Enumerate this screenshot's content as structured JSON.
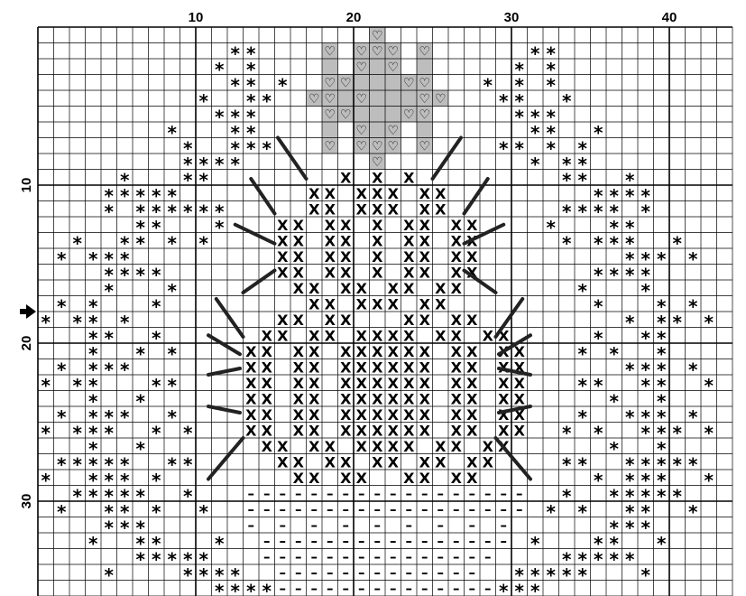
{
  "title": "",
  "grid": {
    "columns": 44,
    "rows": 36,
    "major_every": 10,
    "highlight_fill": "#bdbdbd",
    "line_color": "#000000"
  },
  "top_numbers": [
    {
      "col": 10,
      "label": "10"
    },
    {
      "col": 20,
      "label": "20"
    },
    {
      "col": 30,
      "label": "30"
    },
    {
      "col": 40,
      "label": "40"
    }
  ],
  "side_numbers": [
    {
      "row": 10,
      "label": "10"
    },
    {
      "row": 20,
      "label": "20"
    },
    {
      "row": 30,
      "label": "30"
    }
  ],
  "marker": {
    "row": 18,
    "name": "center-row-arrow"
  },
  "symbols": {
    "star": "*",
    "cross": "X",
    "dash": "–",
    "heart": "♡"
  },
  "stars": [
    [
      1,
      12
    ],
    [
      1,
      13
    ],
    [
      1,
      31
    ],
    [
      1,
      32
    ],
    [
      2,
      11
    ],
    [
      2,
      13
    ],
    [
      2,
      30
    ],
    [
      2,
      32
    ],
    [
      3,
      12
    ],
    [
      3,
      13
    ],
    [
      3,
      15
    ],
    [
      3,
      28
    ],
    [
      3,
      30
    ],
    [
      3,
      32
    ],
    [
      4,
      10
    ],
    [
      4,
      13
    ],
    [
      4,
      14
    ],
    [
      4,
      29
    ],
    [
      4,
      30
    ],
    [
      4,
      33
    ],
    [
      5,
      11
    ],
    [
      5,
      12
    ],
    [
      5,
      13
    ],
    [
      5,
      30
    ],
    [
      5,
      31
    ],
    [
      5,
      32
    ],
    [
      6,
      8
    ],
    [
      6,
      12
    ],
    [
      6,
      13
    ],
    [
      6,
      31
    ],
    [
      6,
      32
    ],
    [
      6,
      35
    ],
    [
      7,
      9
    ],
    [
      7,
      12
    ],
    [
      7,
      13
    ],
    [
      7,
      14
    ],
    [
      7,
      29
    ],
    [
      7,
      30
    ],
    [
      7,
      32
    ],
    [
      7,
      34
    ],
    [
      8,
      9
    ],
    [
      8,
      10
    ],
    [
      8,
      11
    ],
    [
      8,
      12
    ],
    [
      8,
      31
    ],
    [
      8,
      33
    ],
    [
      8,
      34
    ],
    [
      9,
      5
    ],
    [
      9,
      9
    ],
    [
      9,
      10
    ],
    [
      9,
      33
    ],
    [
      9,
      34
    ],
    [
      9,
      37
    ],
    [
      10,
      4
    ],
    [
      10,
      5
    ],
    [
      10,
      6
    ],
    [
      10,
      7
    ],
    [
      10,
      8
    ],
    [
      10,
      35
    ],
    [
      10,
      36
    ],
    [
      10,
      37
    ],
    [
      10,
      38
    ],
    [
      11,
      4
    ],
    [
      11,
      6
    ],
    [
      11,
      7
    ],
    [
      11,
      8
    ],
    [
      11,
      9
    ],
    [
      11,
      10
    ],
    [
      11,
      11
    ],
    [
      11,
      33
    ],
    [
      11,
      34
    ],
    [
      11,
      35
    ],
    [
      11,
      36
    ],
    [
      11,
      38
    ],
    [
      12,
      6
    ],
    [
      12,
      7
    ],
    [
      12,
      11
    ],
    [
      12,
      32
    ],
    [
      12,
      36
    ],
    [
      12,
      37
    ],
    [
      13,
      2
    ],
    [
      13,
      5
    ],
    [
      13,
      6
    ],
    [
      13,
      8
    ],
    [
      13,
      10
    ],
    [
      13,
      33
    ],
    [
      13,
      35
    ],
    [
      13,
      36
    ],
    [
      13,
      37
    ],
    [
      13,
      40
    ],
    [
      14,
      1
    ],
    [
      14,
      3
    ],
    [
      14,
      4
    ],
    [
      14,
      5
    ],
    [
      14,
      37
    ],
    [
      14,
      38
    ],
    [
      14,
      39
    ],
    [
      14,
      41
    ],
    [
      15,
      4
    ],
    [
      15,
      5
    ],
    [
      15,
      6
    ],
    [
      15,
      7
    ],
    [
      15,
      35
    ],
    [
      15,
      36
    ],
    [
      15,
      37
    ],
    [
      15,
      38
    ],
    [
      16,
      4
    ],
    [
      16,
      8
    ],
    [
      16,
      34
    ],
    [
      16,
      38
    ],
    [
      17,
      1
    ],
    [
      17,
      3
    ],
    [
      17,
      7
    ],
    [
      17,
      35
    ],
    [
      17,
      39
    ],
    [
      17,
      41
    ],
    [
      18,
      0
    ],
    [
      18,
      2
    ],
    [
      18,
      3
    ],
    [
      18,
      5
    ],
    [
      18,
      37
    ],
    [
      18,
      39
    ],
    [
      18,
      40
    ],
    [
      18,
      42
    ],
    [
      19,
      3
    ],
    [
      19,
      4
    ],
    [
      19,
      7
    ],
    [
      19,
      35
    ],
    [
      19,
      38
    ],
    [
      19,
      39
    ],
    [
      20,
      3
    ],
    [
      20,
      6
    ],
    [
      20,
      8
    ],
    [
      20,
      34
    ],
    [
      20,
      36
    ],
    [
      20,
      39
    ],
    [
      21,
      1
    ],
    [
      21,
      3
    ],
    [
      21,
      4
    ],
    [
      21,
      5
    ],
    [
      21,
      37
    ],
    [
      21,
      38
    ],
    [
      21,
      39
    ],
    [
      21,
      41
    ],
    [
      22,
      0
    ],
    [
      22,
      2
    ],
    [
      22,
      3
    ],
    [
      22,
      7
    ],
    [
      22,
      8
    ],
    [
      22,
      34
    ],
    [
      22,
      35
    ],
    [
      22,
      38
    ],
    [
      22,
      39
    ],
    [
      22,
      42
    ],
    [
      23,
      3
    ],
    [
      23,
      6
    ],
    [
      23,
      36
    ],
    [
      23,
      39
    ],
    [
      24,
      1
    ],
    [
      24,
      3
    ],
    [
      24,
      4
    ],
    [
      24,
      5
    ],
    [
      24,
      8
    ],
    [
      24,
      34
    ],
    [
      24,
      37
    ],
    [
      24,
      38
    ],
    [
      24,
      39
    ],
    [
      24,
      41
    ],
    [
      25,
      0
    ],
    [
      25,
      2
    ],
    [
      25,
      3
    ],
    [
      25,
      4
    ],
    [
      25,
      7
    ],
    [
      25,
      9
    ],
    [
      25,
      33
    ],
    [
      25,
      35
    ],
    [
      25,
      38
    ],
    [
      25,
      39
    ],
    [
      25,
      40
    ],
    [
      25,
      42
    ],
    [
      26,
      3
    ],
    [
      26,
      6
    ],
    [
      26,
      36
    ],
    [
      26,
      39
    ],
    [
      27,
      1
    ],
    [
      27,
      2
    ],
    [
      27,
      3
    ],
    [
      27,
      4
    ],
    [
      27,
      5
    ],
    [
      27,
      8
    ],
    [
      27,
      9
    ],
    [
      27,
      33
    ],
    [
      27,
      34
    ],
    [
      27,
      37
    ],
    [
      27,
      38
    ],
    [
      27,
      39
    ],
    [
      27,
      40
    ],
    [
      27,
      41
    ],
    [
      28,
      0
    ],
    [
      28,
      3
    ],
    [
      28,
      4
    ],
    [
      28,
      5
    ],
    [
      28,
      7
    ],
    [
      28,
      35
    ],
    [
      28,
      37
    ],
    [
      28,
      38
    ],
    [
      28,
      39
    ],
    [
      28,
      42
    ],
    [
      29,
      2
    ],
    [
      29,
      3
    ],
    [
      29,
      4
    ],
    [
      29,
      5
    ],
    [
      29,
      6
    ],
    [
      29,
      9
    ],
    [
      29,
      33
    ],
    [
      29,
      36
    ],
    [
      29,
      37
    ],
    [
      29,
      38
    ],
    [
      29,
      39
    ],
    [
      29,
      40
    ],
    [
      30,
      1
    ],
    [
      30,
      4
    ],
    [
      30,
      5
    ],
    [
      30,
      7
    ],
    [
      30,
      10
    ],
    [
      30,
      32
    ],
    [
      30,
      34
    ],
    [
      30,
      37
    ],
    [
      30,
      38
    ],
    [
      30,
      41
    ],
    [
      31,
      4
    ],
    [
      31,
      5
    ],
    [
      31,
      6
    ],
    [
      31,
      36
    ],
    [
      31,
      37
    ],
    [
      31,
      38
    ],
    [
      32,
      3
    ],
    [
      32,
      6
    ],
    [
      32,
      7
    ],
    [
      32,
      11
    ],
    [
      32,
      31
    ],
    [
      32,
      35
    ],
    [
      32,
      36
    ],
    [
      32,
      39
    ],
    [
      33,
      6
    ],
    [
      33,
      7
    ],
    [
      33,
      8
    ],
    [
      33,
      9
    ],
    [
      33,
      10
    ],
    [
      33,
      33
    ],
    [
      33,
      34
    ],
    [
      33,
      35
    ],
    [
      33,
      36
    ],
    [
      33,
      37
    ],
    [
      34,
      4
    ],
    [
      34,
      9
    ],
    [
      34,
      10
    ],
    [
      34,
      11
    ],
    [
      34,
      12
    ],
    [
      34,
      30
    ],
    [
      34,
      31
    ],
    [
      34,
      32
    ],
    [
      34,
      33
    ],
    [
      34,
      34
    ],
    [
      34,
      38
    ],
    [
      35,
      11
    ],
    [
      35,
      12
    ],
    [
      35,
      13
    ],
    [
      35,
      14
    ],
    [
      35,
      29
    ],
    [
      35,
      30
    ],
    [
      35,
      31
    ]
  ],
  "hearts": [
    [
      0,
      21
    ],
    [
      1,
      18
    ],
    [
      1,
      20
    ],
    [
      1,
      21
    ],
    [
      1,
      22
    ],
    [
      1,
      24
    ],
    [
      2,
      20
    ],
    [
      2,
      22
    ],
    [
      3,
      18
    ],
    [
      3,
      19
    ],
    [
      3,
      23
    ],
    [
      3,
      24
    ],
    [
      4,
      17
    ],
    [
      4,
      18
    ],
    [
      4,
      20
    ],
    [
      4,
      24
    ],
    [
      4,
      25
    ],
    [
      5,
      18
    ],
    [
      5,
      19
    ],
    [
      5,
      23
    ],
    [
      5,
      24
    ],
    [
      6,
      20
    ],
    [
      6,
      22
    ],
    [
      7,
      18
    ],
    [
      7,
      20
    ],
    [
      7,
      21
    ],
    [
      7,
      22
    ],
    [
      7,
      24
    ],
    [
      8,
      21
    ]
  ],
  "highlight_cells": [
    [
      0,
      21
    ],
    [
      1,
      18
    ],
    [
      1,
      20
    ],
    [
      1,
      21
    ],
    [
      1,
      22
    ],
    [
      1,
      24
    ],
    [
      2,
      18
    ],
    [
      2,
      20
    ],
    [
      2,
      21
    ],
    [
      2,
      22
    ],
    [
      2,
      24
    ],
    [
      3,
      18
    ],
    [
      3,
      19
    ],
    [
      3,
      20
    ],
    [
      3,
      21
    ],
    [
      3,
      22
    ],
    [
      3,
      23
    ],
    [
      3,
      24
    ],
    [
      4,
      17
    ],
    [
      4,
      18
    ],
    [
      4,
      19
    ],
    [
      4,
      20
    ],
    [
      4,
      21
    ],
    [
      4,
      22
    ],
    [
      4,
      23
    ],
    [
      4,
      24
    ],
    [
      4,
      25
    ],
    [
      5,
      18
    ],
    [
      5,
      19
    ],
    [
      5,
      20
    ],
    [
      5,
      21
    ],
    [
      5,
      22
    ],
    [
      5,
      23
    ],
    [
      5,
      24
    ],
    [
      6,
      18
    ],
    [
      6,
      20
    ],
    [
      6,
      21
    ],
    [
      6,
      22
    ],
    [
      6,
      24
    ],
    [
      7,
      18
    ],
    [
      7,
      20
    ],
    [
      7,
      21
    ],
    [
      7,
      22
    ],
    [
      7,
      24
    ],
    [
      8,
      21
    ]
  ],
  "cross_rows": [
    {
      "row": 9,
      "cols": [
        19,
        21,
        23
      ]
    },
    {
      "row": 10,
      "cols": [
        17,
        18,
        20,
        21,
        22,
        24,
        25
      ]
    },
    {
      "row": 11,
      "cols": [
        17,
        18,
        20,
        21,
        22,
        24,
        25
      ]
    },
    {
      "row": 12,
      "cols": [
        15,
        16,
        18,
        19,
        21,
        23,
        24,
        26,
        27
      ]
    },
    {
      "row": 13,
      "cols": [
        15,
        16,
        18,
        19,
        21,
        23,
        24,
        26,
        27
      ]
    },
    {
      "row": 14,
      "cols": [
        15,
        16,
        18,
        19,
        21,
        23,
        24,
        26,
        27
      ]
    },
    {
      "row": 15,
      "cols": [
        15,
        16,
        18,
        19,
        21,
        23,
        24,
        26,
        27
      ]
    },
    {
      "row": 16,
      "cols": [
        16,
        17,
        19,
        20,
        22,
        23,
        25,
        26
      ]
    },
    {
      "row": 17,
      "cols": [
        17,
        18,
        20,
        21,
        22,
        24,
        25
      ]
    },
    {
      "row": 18,
      "cols": [
        15,
        16,
        18,
        19,
        23,
        24,
        26,
        27
      ]
    },
    {
      "row": 19,
      "cols": [
        14,
        15,
        17,
        18,
        20,
        21,
        22,
        23,
        25,
        26,
        28,
        29
      ]
    },
    {
      "row": 20,
      "cols": [
        13,
        14,
        16,
        17,
        19,
        20,
        21,
        22,
        23,
        24,
        26,
        27,
        29,
        30
      ]
    },
    {
      "row": 21,
      "cols": [
        13,
        14,
        16,
        17,
        19,
        20,
        21,
        22,
        23,
        24,
        26,
        27,
        29,
        30
      ]
    },
    {
      "row": 22,
      "cols": [
        13,
        14,
        16,
        17,
        19,
        20,
        21,
        22,
        23,
        24,
        26,
        27,
        29,
        30
      ]
    },
    {
      "row": 23,
      "cols": [
        13,
        14,
        16,
        17,
        19,
        20,
        21,
        22,
        23,
        24,
        26,
        27,
        29,
        30
      ]
    },
    {
      "row": 24,
      "cols": [
        13,
        14,
        16,
        17,
        19,
        20,
        21,
        22,
        23,
        24,
        26,
        27,
        29,
        30
      ]
    },
    {
      "row": 25,
      "cols": [
        13,
        14,
        16,
        17,
        19,
        20,
        21,
        22,
        23,
        24,
        26,
        27,
        29,
        30
      ]
    },
    {
      "row": 26,
      "cols": [
        14,
        15,
        17,
        18,
        20,
        21,
        22,
        23,
        25,
        26,
        28,
        29
      ]
    },
    {
      "row": 27,
      "cols": [
        15,
        16,
        18,
        19,
        21,
        22,
        24,
        25,
        27,
        28
      ]
    },
    {
      "row": 28,
      "cols": [
        16,
        17,
        19,
        20,
        23,
        24,
        26,
        27
      ]
    }
  ],
  "dash_rows": [
    {
      "row": 29,
      "cols": [
        13,
        14,
        15,
        16,
        17,
        18,
        19,
        20,
        21,
        22,
        23,
        24,
        25,
        26,
        27,
        28,
        29,
        30
      ]
    },
    {
      "row": 30,
      "cols": [
        13,
        14,
        15,
        16,
        17,
        18,
        19,
        20,
        21,
        22,
        23,
        24,
        25,
        26,
        27,
        28,
        29,
        30
      ]
    },
    {
      "row": 31,
      "cols": [
        13,
        15,
        17,
        19,
        21,
        23,
        25,
        27,
        29
      ]
    },
    {
      "row": 32,
      "cols": [
        14,
        15,
        16,
        17,
        18,
        19,
        20,
        21,
        22,
        23,
        24,
        25,
        26,
        27,
        28,
        29
      ]
    },
    {
      "row": 33,
      "cols": [
        14,
        15,
        16,
        17,
        18,
        19,
        20,
        21,
        22,
        23,
        24,
        25,
        26,
        27,
        28
      ]
    },
    {
      "row": 34,
      "cols": [
        15,
        16,
        17,
        18,
        19,
        20,
        21,
        22,
        23,
        24,
        25,
        26,
        27
      ]
    },
    {
      "row": 35,
      "cols": [
        15,
        16,
        17,
        18,
        19,
        20,
        21,
        22,
        23,
        24,
        25,
        26,
        27,
        28
      ]
    }
  ],
  "rays": [
    {
      "from": [
        15.2,
        7.0
      ],
      "to": [
        17.0,
        9.6
      ]
    },
    {
      "from": [
        26.8,
        7.0
      ],
      "to": [
        25.0,
        9.6
      ]
    },
    {
      "from": [
        13.5,
        9.6
      ],
      "to": [
        15.0,
        11.8
      ]
    },
    {
      "from": [
        28.5,
        9.6
      ],
      "to": [
        27.0,
        11.8
      ]
    },
    {
      "from": [
        12.5,
        12.5
      ],
      "to": [
        15.0,
        13.7
      ]
    },
    {
      "from": [
        29.5,
        12.5
      ],
      "to": [
        27.0,
        13.7
      ]
    },
    {
      "from": [
        13.0,
        16.8
      ],
      "to": [
        15.0,
        15.4
      ]
    },
    {
      "from": [
        29.0,
        16.8
      ],
      "to": [
        27.0,
        15.4
      ]
    },
    {
      "from": [
        11.3,
        17.2
      ],
      "to": [
        13.0,
        19.6
      ]
    },
    {
      "from": [
        30.7,
        17.2
      ],
      "to": [
        29.0,
        19.6
      ]
    },
    {
      "from": [
        10.8,
        19.5
      ],
      "to": [
        12.8,
        20.7
      ]
    },
    {
      "from": [
        31.2,
        19.5
      ],
      "to": [
        29.2,
        20.7
      ]
    },
    {
      "from": [
        10.8,
        22.0
      ],
      "to": [
        12.8,
        21.6
      ]
    },
    {
      "from": [
        31.2,
        22.0
      ],
      "to": [
        29.2,
        21.6
      ]
    },
    {
      "from": [
        10.8,
        24.0
      ],
      "to": [
        12.8,
        24.4
      ]
    },
    {
      "from": [
        31.2,
        24.0
      ],
      "to": [
        29.2,
        24.4
      ]
    },
    {
      "from": [
        10.8,
        28.6
      ],
      "to": [
        13.0,
        26.0
      ]
    },
    {
      "from": [
        31.2,
        28.6
      ],
      "to": [
        29.0,
        26.0
      ]
    }
  ]
}
